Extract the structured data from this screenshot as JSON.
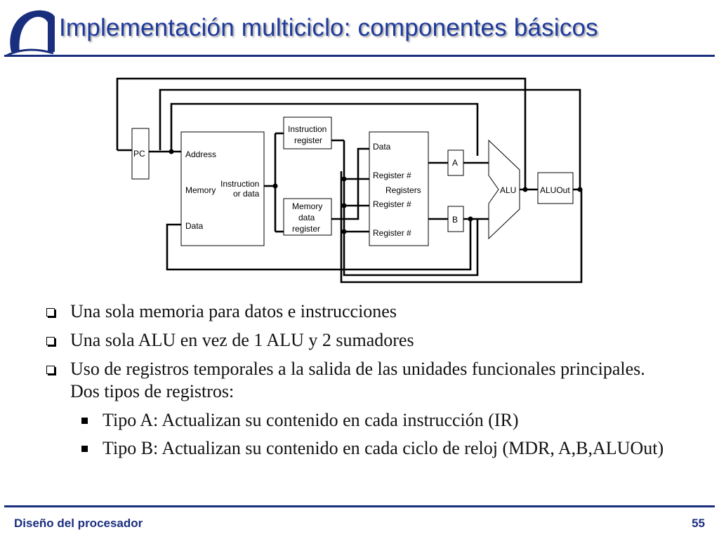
{
  "title": "Implementación multiciclo: componentes básicos",
  "diagram": {
    "pc": "PC",
    "memory": {
      "address": "Address",
      "memory": "Memory",
      "data": "Data",
      "instr_or_data_1": "Instruction",
      "instr_or_data_2": "or data"
    },
    "ir": {
      "line1": "Instruction",
      "line2": "register"
    },
    "mdr": {
      "line1": "Memory",
      "line2": "data",
      "line3": "register"
    },
    "registers": {
      "data": "Data",
      "reg1": "Register #",
      "registers": "Registers",
      "reg2": "Register #",
      "reg3": "Register #"
    },
    "a": "A",
    "b": "B",
    "alu": "ALU",
    "aluout": "ALUOut"
  },
  "bullets": [
    "Una sola memoria para datos e instrucciones",
    "Una sola ALU en vez de 1 ALU y 2 sumadores",
    "Uso de registros temporales a la salida de las unidades funcionales principales. Dos tipos de registros:"
  ],
  "sub_bullets": [
    "Tipo A: Actualizan su contenido en cada instrucción (IR)",
    "Tipo B: Actualizan su contenido en cada ciclo de reloj (MDR, A,B,ALUOut)"
  ],
  "footer": {
    "left": "Diseño del procesador",
    "page": "55"
  },
  "colors": {
    "title": "#1f3a9c",
    "rule": "#1a2e7e"
  }
}
